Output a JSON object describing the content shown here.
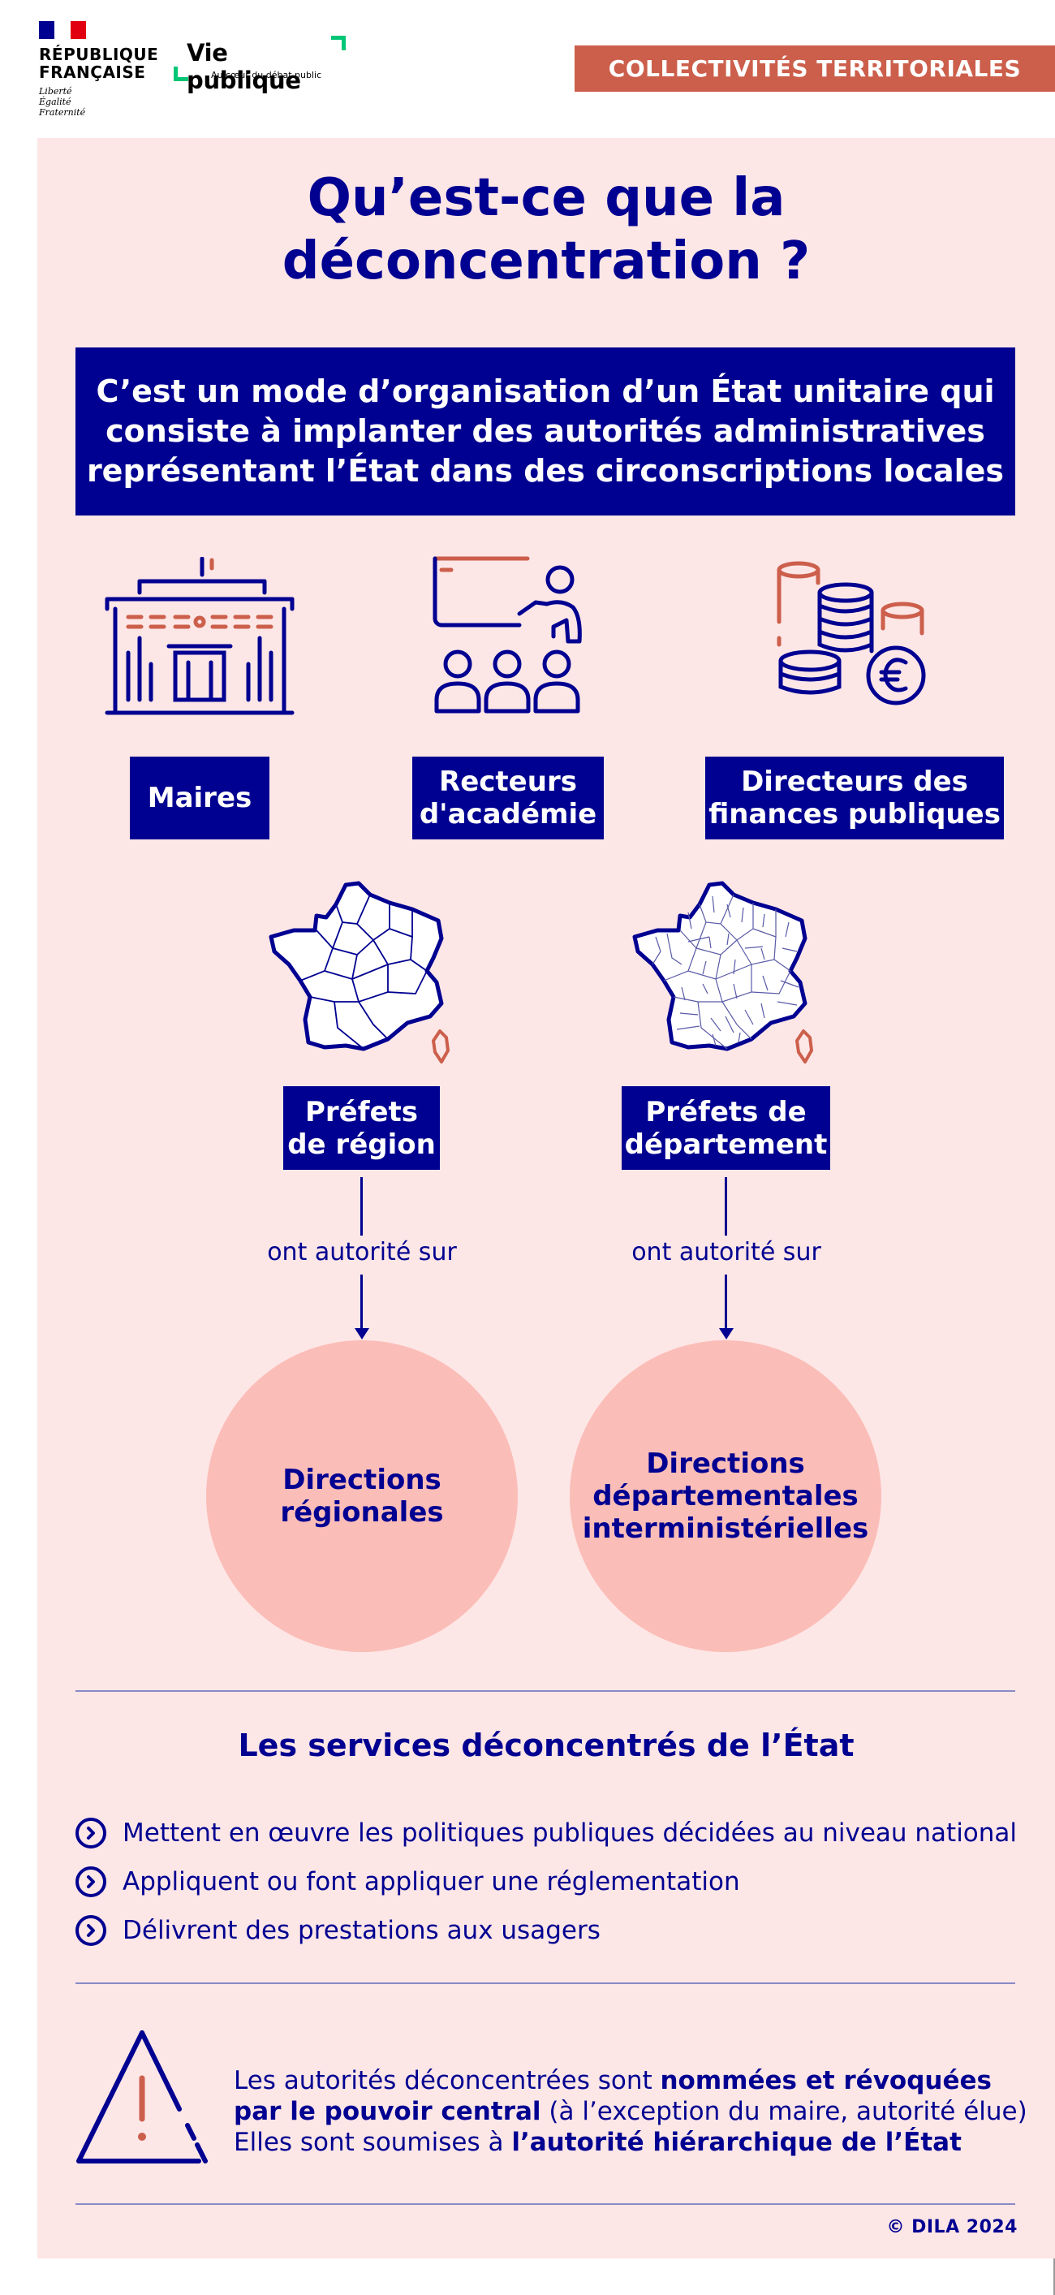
{
  "header": {
    "rf_name_line1": "RÉPUBLIQUE",
    "rf_name_line2": "FRANÇAISE",
    "rf_motto_line1": "Liberté",
    "rf_motto_line2": "Égalité",
    "rf_motto_line3": "Fraternité",
    "vp_title": "Vie publique",
    "vp_subtitle": "Au cœur du débat public",
    "category": "COLLECTIVITÉS TERRITORIALES"
  },
  "title_line1": "Qu’est-ce que la",
  "title_line2": "déconcentration ?",
  "definition_line1": "C’est un mode d’organisation d’un État unitaire qui",
  "definition_line2": "consiste à implanter des autorités administratives",
  "definition_line3": "représentant l’État dans des circonscriptions locales",
  "authorities": [
    {
      "line1": "Maires",
      "line2": "",
      "icon": "city-hall-icon"
    },
    {
      "line1": "Recteurs",
      "line2": "d'académie",
      "icon": "teacher-icon"
    },
    {
      "line1": "Directeurs des",
      "line2": "finances publiques",
      "icon": "coins-euro-icon"
    }
  ],
  "prefects": [
    {
      "line1": "Préfets",
      "line2": "de région",
      "relation": "ont autorité sur",
      "target_line1": "Directions",
      "target_line2": "régionales",
      "target_line3": "",
      "icon": "france-regions-map-icon"
    },
    {
      "line1": "Préfets de",
      "line2": "département",
      "relation": "ont autorité sur",
      "target_line1": "Directions",
      "target_line2": "départementales",
      "target_line3": "interministérielles",
      "icon": "france-departments-map-icon"
    }
  ],
  "services": {
    "title": "Les services déconcentrés de l’État",
    "items": [
      "Mettent en œuvre les politiques publiques décidées au niveau national",
      "Appliquent ou font appliquer une réglementation",
      "Délivrent des prestations aux usagers"
    ]
  },
  "warning": {
    "l1_a": "Les autorités déconcentrées sont ",
    "l1_b": "nommées et révoquées",
    "l2_a": "par le pouvoir central",
    "l2_b": " (à l’exception du maire, autorité élue)",
    "l3_a": "Elles sont soumises à ",
    "l3_b": "l’autorité hiérarchique de l’État"
  },
  "copyright": "© DILA 2024",
  "colors": {
    "navy": "#000091",
    "pink_background": "#fde6e6",
    "circle_pink": "#fbbdb7",
    "accent_red": "#cc5f4b",
    "vp_green": "#00c675"
  }
}
